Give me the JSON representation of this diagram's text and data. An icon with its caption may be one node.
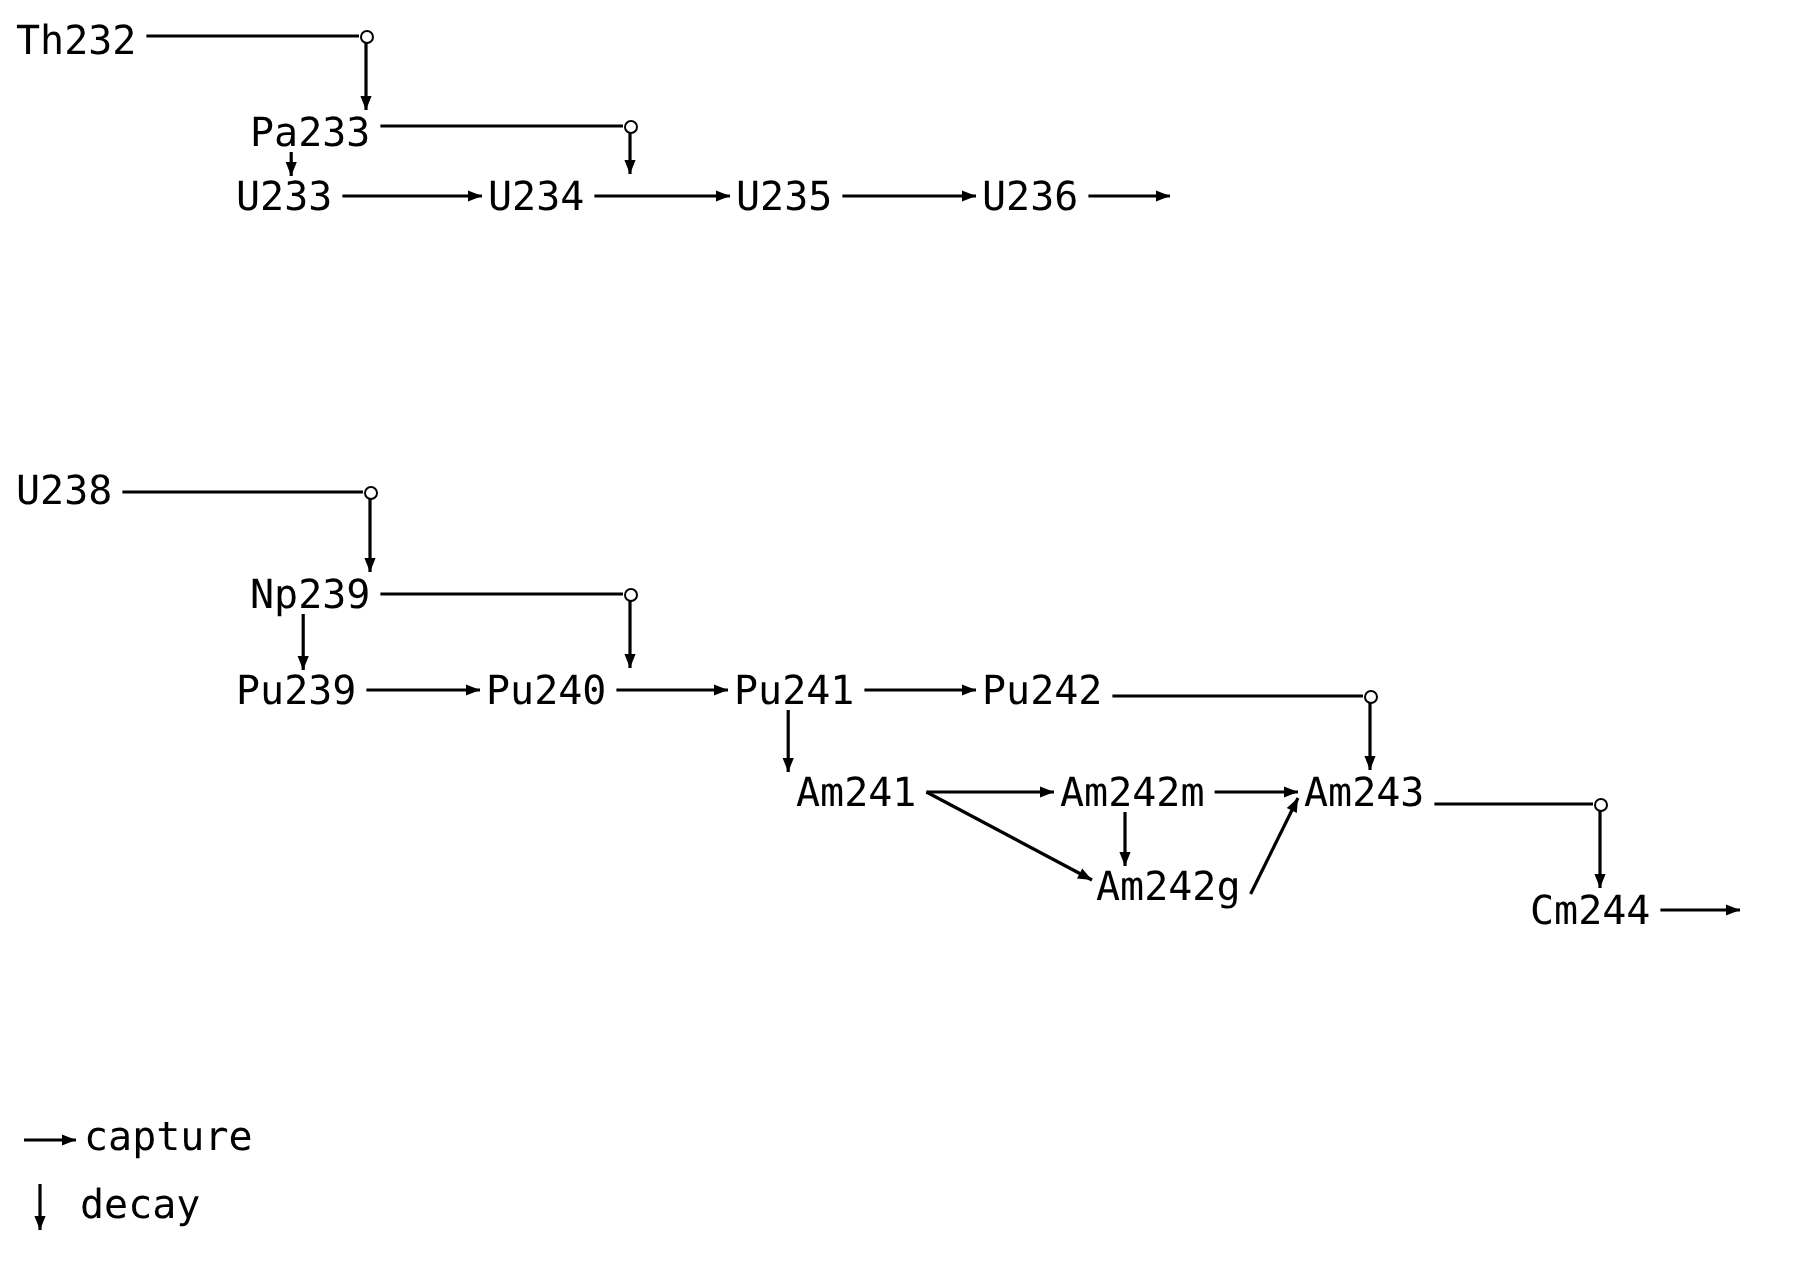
{
  "diagram": {
    "nodes": [
      {
        "text": [
          "Th232"
        ]
      },
      {
        "text": [],
        "shape": "circle"
      },
      {
        "text": [
          "Pa233"
        ]
      },
      {
        "text": [],
        "shape": "circle"
      },
      {
        "text": [
          "U233"
        ]
      },
      {
        "text": [
          "U234"
        ]
      },
      {
        "text": [
          "U235"
        ]
      },
      {
        "text": [
          "U236"
        ]
      },
      {
        "text": [
          "U238"
        ]
      },
      {
        "text": [],
        "shape": "circle"
      },
      {
        "text": [
          "Np239"
        ]
      },
      {
        "text": [],
        "shape": "circle"
      },
      {
        "text": [
          "Pu239"
        ]
      },
      {
        "text": [
          "Pu240"
        ]
      },
      {
        "text": [
          "Pu241"
        ]
      },
      {
        "text": [
          "Pu242"
        ]
      },
      {
        "text": [],
        "shape": "circle"
      },
      {
        "text": [
          "Am241"
        ]
      },
      {
        "text": [
          "Am242m"
        ]
      },
      {
        "text": [
          "Am243"
        ]
      },
      {
        "text": [
          "Am242g"
        ]
      },
      {
        "text": [],
        "shape": "circle"
      },
      {
        "text": [
          "Cm244"
        ]
      }
    ],
    "edges": [
      {
        "from": 0,
        "to": 1,
        "arrow": "none"
      },
      {
        "from": 1,
        "to": 2,
        "arrow": "to"
      },
      {
        "from": 2,
        "to": 3,
        "arrow": "none"
      },
      {
        "from": 3,
        "to": 5,
        "arrow": "to"
      },
      {
        "from": 2,
        "to": 4,
        "arrow": "to"
      },
      {
        "from": 4,
        "to": 5,
        "arrow": "to"
      },
      {
        "from": 5,
        "to": 6,
        "arrow": "to"
      },
      {
        "from": 6,
        "to": 7,
        "arrow": "to"
      },
      {
        "from": 7,
        "to": null,
        "arrow": "to"
      },
      {
        "from": 8,
        "to": 9,
        "arrow": "none"
      },
      {
        "from": 9,
        "to": 10,
        "arrow": "to"
      },
      {
        "from": 10,
        "to": 11,
        "arrow": "none"
      },
      {
        "from": 11,
        "to": 13,
        "arrow": "to"
      },
      {
        "from": 10,
        "to": 12,
        "arrow": "to"
      },
      {
        "from": 12,
        "to": 13,
        "arrow": "to"
      },
      {
        "from": 13,
        "to": 14,
        "arrow": "to"
      },
      {
        "from": 14,
        "to": 15,
        "arrow": "to"
      },
      {
        "from": 14,
        "to": 17,
        "arrow": "to"
      },
      {
        "from": 15,
        "to": 16,
        "arrow": "none"
      },
      {
        "from": 16,
        "to": 19,
        "arrow": "to"
      },
      {
        "from": 17,
        "to": 18,
        "arrow": "to"
      },
      {
        "from": 17,
        "to": 20,
        "arrow": "to"
      },
      {
        "from": 18,
        "to": 20,
        "arrow": "to"
      },
      {
        "from": 18,
        "to": 19,
        "arrow": "to"
      },
      {
        "from": 20,
        "to": 19,
        "arrow": "to"
      },
      {
        "from": 19,
        "to": 21,
        "arrow": "none"
      },
      {
        "from": 21,
        "to": 22,
        "arrow": "to"
      },
      {
        "from": 22,
        "to": null,
        "arrow": "to"
      }
    ],
    "legend": [
      {
        "text": "capture"
      },
      {
        "text": "decay"
      }
    ]
  }
}
